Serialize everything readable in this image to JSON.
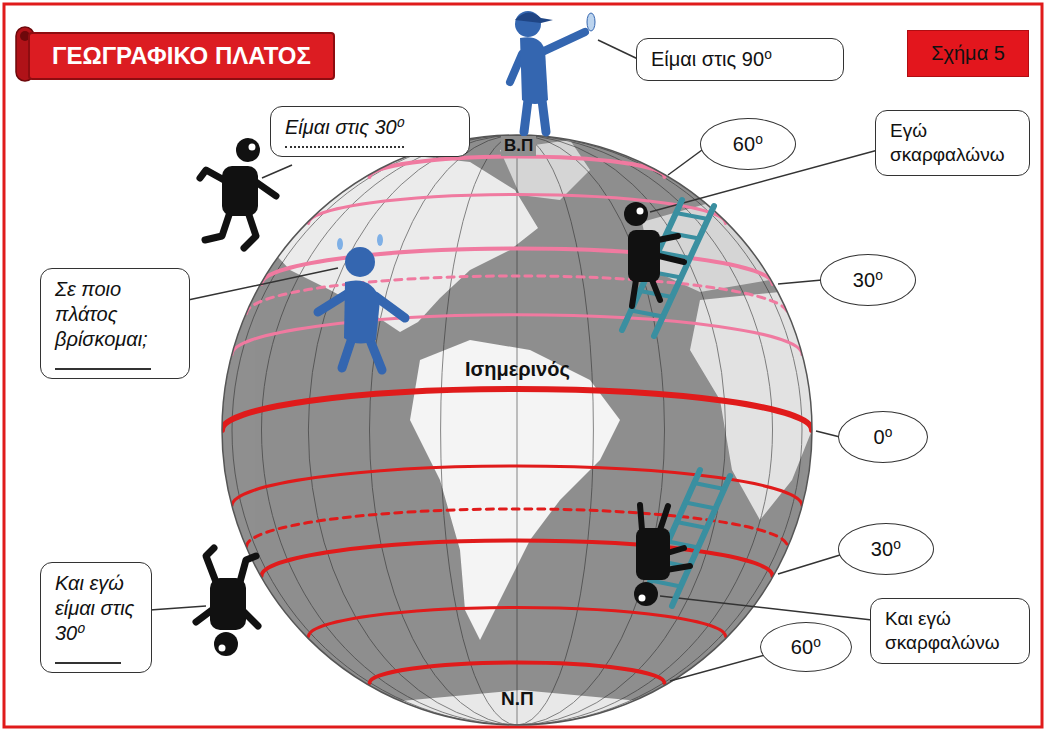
{
  "diagram": {
    "title": "ΓΕΩΓΡΑΦΙΚΟ ΠΛΑΤΟΣ",
    "nodes": [
      {
        "text": [
          "Σχήμα 5"
        ]
      },
      {
        "text": [
          "Είμαι στις 90⁰"
        ]
      },
      {
        "text": [
          "Είμαι στις 30⁰"
        ]
      },
      {
        "text": [
          "Εγώ σκαρφαλώνω"
        ]
      },
      {
        "text": [
          "60⁰"
        ]
      },
      {
        "text": [
          "30⁰"
        ]
      },
      {
        "text": [
          "Σε ποιο πλάτος βρίσκομαι;"
        ]
      },
      {
        "text": [
          "0⁰"
        ]
      },
      {
        "text": [
          "30⁰"
        ]
      },
      {
        "text": [
          "Και εγώ είμαι στις 30⁰"
        ]
      },
      {
        "text": [
          "Και εγώ σκαρφαλώνω"
        ]
      },
      {
        "text": [
          "60⁰"
        ]
      }
    ],
    "labels": [
      "Β.Π",
      "Ισημερινός",
      "Ν.Π"
    ]
  }
}
